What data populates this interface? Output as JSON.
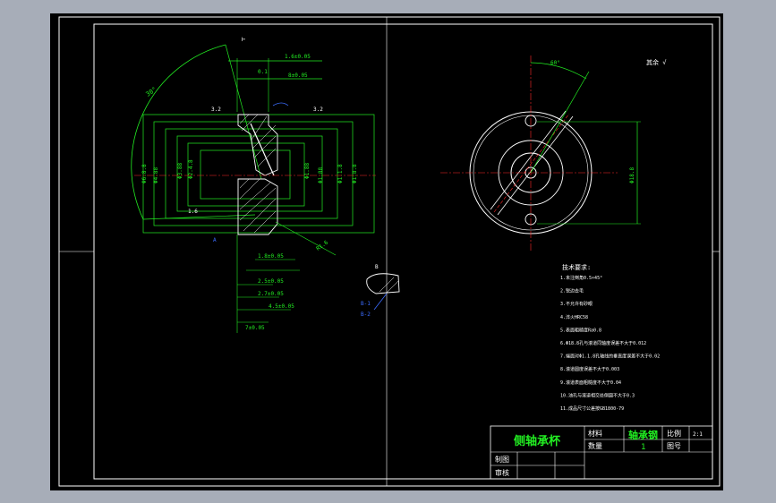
{
  "colors": {
    "background": "#a7adb8",
    "paper": "#000000",
    "frame": "#ffffff",
    "dimension": "#22ee22",
    "outline": "#ffffff",
    "center": "#ff2a2a",
    "hatch": "#ffffff",
    "note": "#ffffff",
    "title_text": "#22ee22",
    "leader": "#3b6cff"
  },
  "drawing": {
    "section_dims": {
      "outer_d1": "Φ6.8.8",
      "outer_d2": "Φ4.88",
      "inner_d1": "Φ3.88",
      "inner_d2": "Φ2.4.8",
      "right_d1": "Φ1.88",
      "right_d2": "Φ1.88",
      "right_d3": "Φ1.1.8",
      "right_d4": "Φ1.8.8",
      "angle": "30°",
      "top_dim1": "1.6±0.05",
      "top_dim2": "8±0.05",
      "radius": "R1.6",
      "len1": "0.1",
      "len2": "1.8±0.05",
      "len3": "2.5±0.05",
      "len4": "2.7±0.05",
      "len5": "4.5±0.05",
      "len6": "7±0.05",
      "rough1": "3.2",
      "rough2": "3.2",
      "rough3": "1.6",
      "small_mark": "A"
    },
    "circle_view": {
      "angle": "60°",
      "height_dim": "Φ18.8",
      "corner_mark": "其余 √"
    },
    "detail": {
      "label": "B",
      "mark1": "B-1",
      "mark2": "B-2"
    },
    "notes": {
      "title": "技术要求:",
      "items": [
        "1.未注倒角0.5×45°",
        "2.锐边去毛",
        "3.不允许有砂眼",
        "4.淬火HRC58",
        "5.表面粗糙度Ra0.8",
        "6.Φ18.8孔与滚道同轴度误差不大于0.012",
        "7.端面对Φ1.1.8孔轴线的垂直度误差不大于0.02",
        "8.滚道圆度误差不大于0.003",
        "9.滚道表面粗糙度不大于0.04",
        "10.油孔与滚道相交处倒圆不大于0.3",
        "11.成品尺寸公差按GB1800-79"
      ]
    },
    "titleblock": {
      "name": "侧轴承杯",
      "material_label": "材料",
      "material_value": "轴承钢",
      "scale_label": "比例",
      "scale_value": "2:1",
      "qty_label": "数量",
      "qty_value": "1",
      "drawing_no_label": "图号",
      "drafter_label": "制图",
      "checker_label": "审核"
    }
  }
}
